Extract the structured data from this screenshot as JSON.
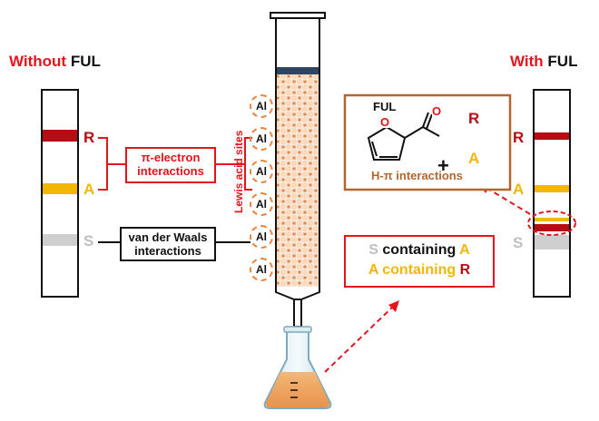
{
  "left_panel": {
    "title_red": "Without",
    "title_black": "FUL",
    "bands": [
      {
        "label": "R",
        "color": "#b50d13"
      },
      {
        "label": "A",
        "color": "#f2b705"
      },
      {
        "label": "S",
        "color": "#cfcfcf"
      }
    ]
  },
  "right_panel": {
    "title_red": "With",
    "title_black": "FUL",
    "bands": [
      {
        "label": "R",
        "color": "#b50d13"
      },
      {
        "label": "A",
        "color": "#f2b705"
      },
      {
        "label": "S",
        "color": "#cfcfcf"
      }
    ]
  },
  "pi_box": {
    "line1": "π-electron",
    "line2": "interactions"
  },
  "vdw_box": {
    "line1": "van der Waals",
    "line2": "interactions"
  },
  "column": {
    "sites_label": "Lewis acid sites",
    "al_label": "Al",
    "al_count": 6
  },
  "ful_box": {
    "molecule_label": "FUL",
    "ring_atom": "O",
    "carbonyl_atom": "O",
    "plus": "+",
    "r_label": "R",
    "a_label": "A",
    "interaction": "H-π interactions"
  },
  "result_box": {
    "line1": [
      "S",
      "containing",
      "A"
    ],
    "line2": [
      "A",
      "containing",
      "R"
    ]
  },
  "colors": {
    "red": "#e3141c",
    "dark_red": "#b50d13",
    "yellow": "#f2b705",
    "gray": "#bfbfbf",
    "brown": "#b5662d",
    "orange": "#e8853f"
  }
}
